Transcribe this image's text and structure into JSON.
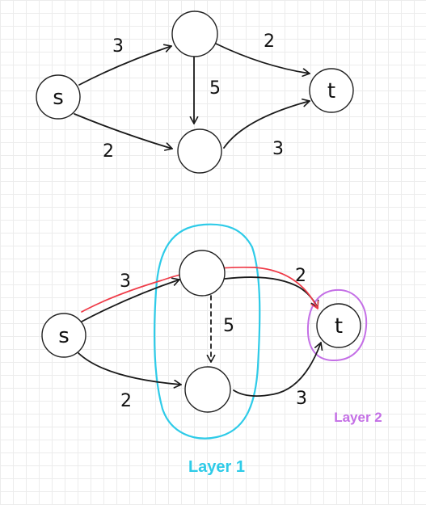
{
  "colors": {
    "ink": "#1a1a1a",
    "path_highlight": "#ef3b48",
    "layer1": "#2ecbe8",
    "layer2": "#c46fe6"
  },
  "top_graph": {
    "source_label": "s",
    "sink_label": "t",
    "weights": {
      "s_to_a": "3",
      "s_to_b": "2",
      "a_to_b": "5",
      "a_to_t": "2",
      "b_to_t": "3"
    }
  },
  "bottom_graph": {
    "source_label": "s",
    "sink_label": "t",
    "weights": {
      "s_to_a": "3",
      "s_to_b": "2",
      "a_to_b": "5",
      "a_to_t": "2",
      "b_to_t": "3"
    },
    "layer1_label": "Layer 1",
    "layer2_label": "Layer 2"
  }
}
